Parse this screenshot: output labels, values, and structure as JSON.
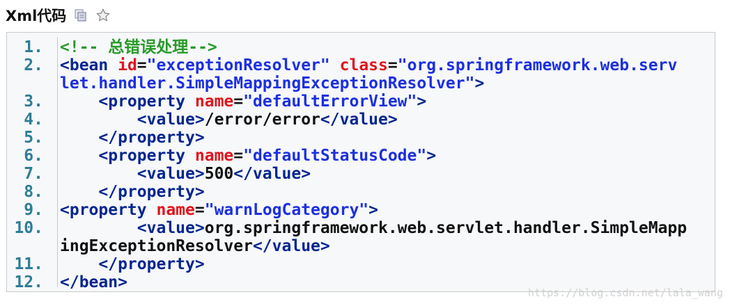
{
  "header": {
    "title": "Xml代码",
    "icons": [
      "copy-icon",
      "star-icon"
    ]
  },
  "code": {
    "lines": [
      {
        "num": "1.",
        "parts": [
          [
            "comment",
            "<!-- 总错误处理-->"
          ]
        ]
      },
      {
        "num": "2.",
        "parts": [
          [
            "tag",
            "<bean "
          ],
          [
            "attr",
            "id"
          ],
          [
            "plain",
            "="
          ],
          [
            "val",
            "\"exceptionResolver\""
          ],
          [
            "plain",
            " "
          ],
          [
            "attr",
            "class"
          ],
          [
            "plain",
            "="
          ],
          [
            "val",
            "\"org.springframework.web.serv"
          ]
        ],
        "cont": [
          [
            "val",
            "let.handler.SimpleMappingExceptionResolver\""
          ],
          [
            "tag",
            ">"
          ]
        ]
      },
      {
        "num": "3.",
        "parts": [
          [
            "plain",
            "    "
          ],
          [
            "tag",
            "<property "
          ],
          [
            "attr",
            "name"
          ],
          [
            "plain",
            "="
          ],
          [
            "val",
            "\"defaultErrorView\""
          ],
          [
            "tag",
            ">"
          ]
        ]
      },
      {
        "num": "4.",
        "parts": [
          [
            "plain",
            "        "
          ],
          [
            "tag",
            "<value>"
          ],
          [
            "plain",
            "/error/error"
          ],
          [
            "tag",
            "</value>"
          ]
        ]
      },
      {
        "num": "5.",
        "parts": [
          [
            "plain",
            "    "
          ],
          [
            "tag",
            "</property>"
          ]
        ]
      },
      {
        "num": "6.",
        "parts": [
          [
            "plain",
            "    "
          ],
          [
            "tag",
            "<property "
          ],
          [
            "attr",
            "name"
          ],
          [
            "plain",
            "="
          ],
          [
            "val",
            "\"defaultStatusCode\""
          ],
          [
            "tag",
            ">"
          ]
        ]
      },
      {
        "num": "7.",
        "parts": [
          [
            "plain",
            "        "
          ],
          [
            "tag",
            "<value>"
          ],
          [
            "plain",
            "500"
          ],
          [
            "tag",
            "</value>"
          ]
        ]
      },
      {
        "num": "8.",
        "parts": [
          [
            "plain",
            "    "
          ],
          [
            "tag",
            "</property>"
          ]
        ]
      },
      {
        "num": "9.",
        "parts": [
          [
            "tag",
            "<property "
          ],
          [
            "attr",
            "name"
          ],
          [
            "plain",
            "="
          ],
          [
            "val",
            "\"warnLogCategory\""
          ],
          [
            "tag",
            ">"
          ]
        ]
      },
      {
        "num": "10.",
        "parts": [
          [
            "plain",
            "        "
          ],
          [
            "tag",
            "<value>"
          ],
          [
            "plain",
            "org.springframework.web.servlet.handler.SimpleMapp"
          ]
        ],
        "cont": [
          [
            "plain",
            "ingExceptionResolver"
          ],
          [
            "tag",
            "</value>"
          ]
        ]
      },
      {
        "num": "11.",
        "parts": [
          [
            "plain",
            "    "
          ],
          [
            "tag",
            "</property>"
          ]
        ]
      },
      {
        "num": "12.",
        "parts": [
          [
            "tag",
            "</bean>"
          ]
        ]
      }
    ]
  },
  "watermark": "https://blog.csdn.net/lala_wang",
  "colors": {
    "tag": "#06268f",
    "attribute": "#e0151c",
    "value": "#1c2fe0",
    "comment": "#2a9a2a",
    "line_number": "#2f7d96"
  }
}
